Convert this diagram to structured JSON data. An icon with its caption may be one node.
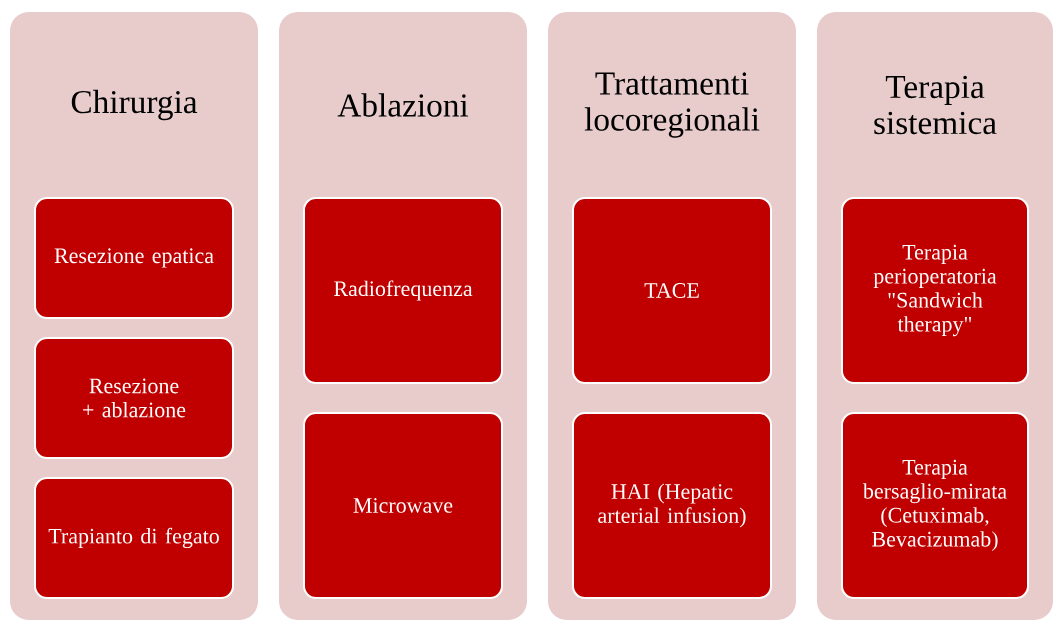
{
  "diagram": {
    "nodes": [
      {
        "text": [
          "Chirurgia"
        ]
      },
      {
        "text": [
          "Resezione epatica"
        ],
        "in": 0
      },
      {
        "text": [
          "Resezione + ablazione"
        ],
        "in": 0
      },
      {
        "text": [
          "Trapianto di fegato"
        ],
        "in": 0
      },
      {
        "text": [
          "Ablazioni"
        ]
      },
      {
        "text": [
          "Radiofrequenza"
        ],
        "in": 4
      },
      {
        "text": [
          "Microwave"
        ],
        "in": 4
      },
      {
        "text": [
          "Trattamenti locoregionali"
        ]
      },
      {
        "text": [
          "TACE"
        ],
        "in": 7
      },
      {
        "text": [
          "HAI (Hepatic arterial infusion)"
        ],
        "in": 7
      },
      {
        "text": [
          "Terapia sistemica"
        ]
      },
      {
        "text": [
          "Terapia perioperatoria \"Sandwich therapy\""
        ],
        "in": 10
      },
      {
        "text": [
          "Terapia bersaglio-mirata (Cetuximab, Bevacizumab)"
        ],
        "in": 10
      }
    ]
  }
}
